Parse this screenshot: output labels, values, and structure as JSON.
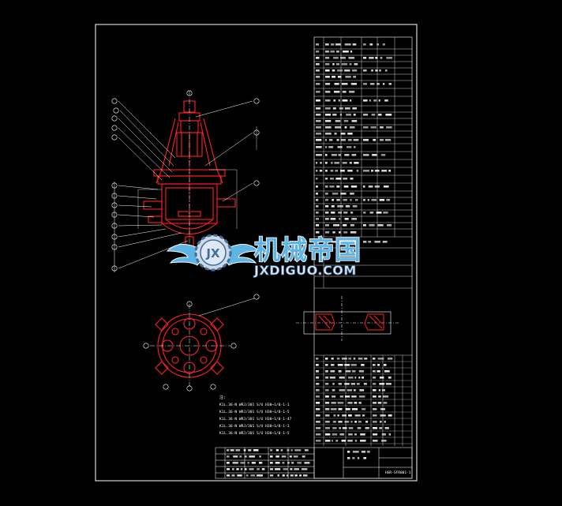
{
  "colors": {
    "background": "#000000",
    "frame": "#ffffff",
    "part": "#ff2222",
    "table_line": "#ffffff",
    "watermark_text": "#5fb4e6",
    "watermark_outline": "#ffffff",
    "watermark_gear": "#3f6f9c"
  },
  "watermark": {
    "logo_icon": "gear-wings-logo",
    "title_cn": "机械帝国",
    "subtitle_en": "JXDIGUO.COM"
  },
  "notes": {
    "title": "注:",
    "lines": [
      "K1L.36-N WRJ/301 S/U H30~1/0-1-1",
      "K1L.36-N WRJ/301 S/U H30~1/0-1-5",
      "K1L.36-N WRJ/301 S/U H30~1/0-1-47",
      "K1L.36-N WRJ/301 S/U H30~1/0-1-3",
      "K1L.36-N WRJ/301 S/U H30~1/0-1-5"
    ]
  },
  "title_block": {
    "drawing_number": "HGR-SFR001-1"
  }
}
